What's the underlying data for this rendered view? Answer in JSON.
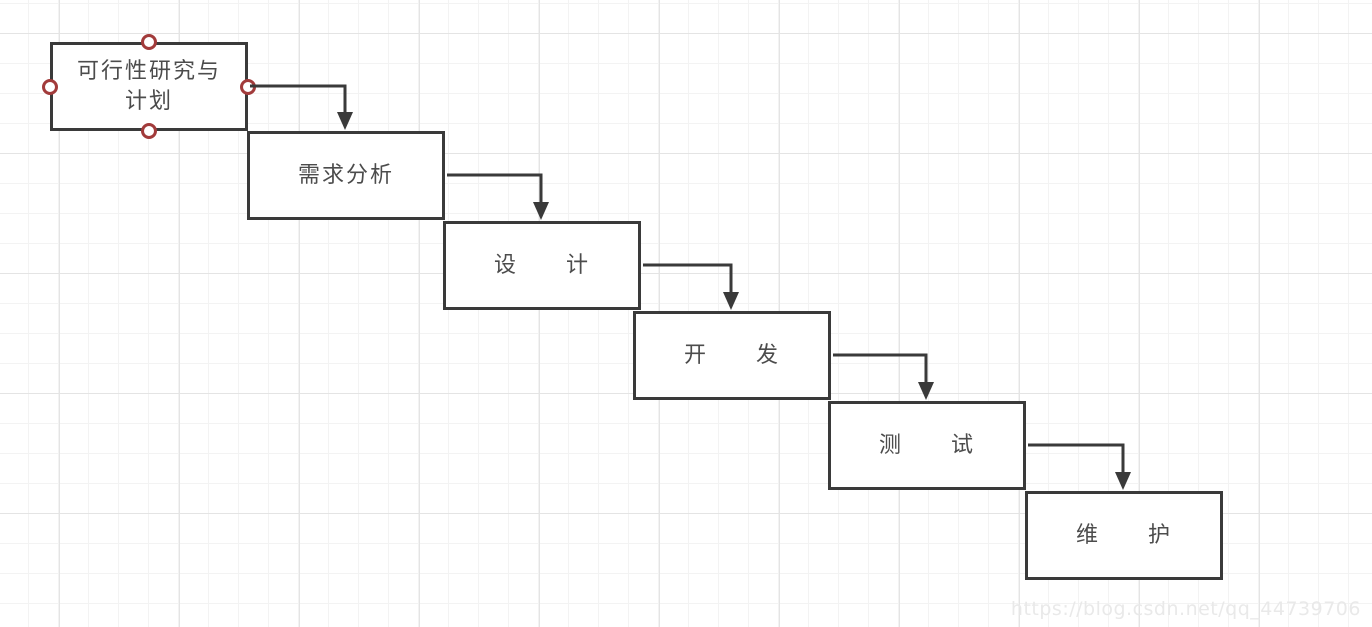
{
  "stages": [
    {
      "id": "feasibility-planning",
      "lines": [
        "可行性研究与",
        "计划"
      ]
    },
    {
      "id": "requirements-analysis",
      "lines": [
        "需求分析"
      ]
    },
    {
      "id": "design",
      "lines": [
        "设　　计"
      ]
    },
    {
      "id": "development",
      "lines": [
        "开　　发"
      ]
    },
    {
      "id": "testing",
      "lines": [
        "测　　试"
      ]
    },
    {
      "id": "maintenance",
      "lines": [
        "维　　护"
      ]
    }
  ],
  "connections": [
    {
      "from": "feasibility-planning",
      "to": "requirements-analysis"
    },
    {
      "from": "requirements-analysis",
      "to": "design"
    },
    {
      "from": "design",
      "to": "development"
    },
    {
      "from": "development",
      "to": "testing"
    },
    {
      "from": "testing",
      "to": "maintenance"
    }
  ],
  "watermark": {
    "text": "https://blog.csdn.net/qq_44739706"
  },
  "colors": {
    "background": "#ffffff",
    "grid_minor": "#f3f3f3",
    "grid_major": "#e4e4e4",
    "box_border": "#3a3a3a",
    "box_fill": "#ffffff",
    "label_text": "#4c4c4c",
    "arrow": "#3a3a3a",
    "handle_ring": "#a23b3b",
    "watermark_text": "#e9e9e9"
  }
}
